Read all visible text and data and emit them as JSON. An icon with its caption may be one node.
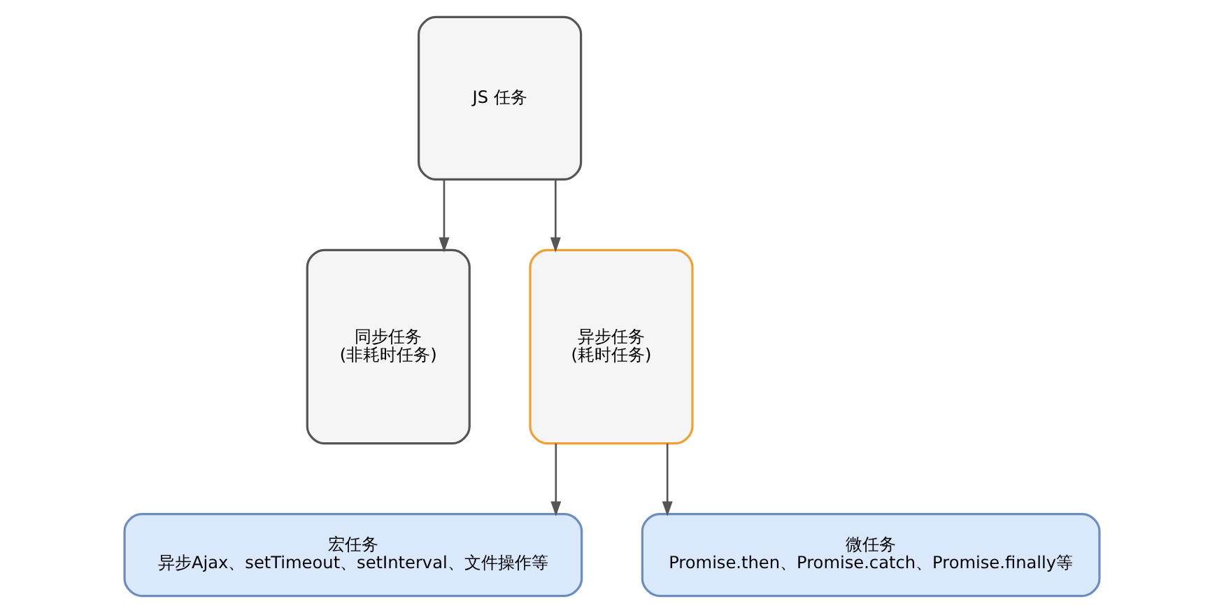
{
  "diagram": {
    "nodes": [
      {
        "text": [
          "JS 任务"
        ]
      },
      {
        "text": [
          "同步任务",
          "(非耗时任务)"
        ]
      },
      {
        "text": [
          "异步任务",
          "(耗时任务)"
        ]
      },
      {
        "text": [
          "宏任务",
          "异步Ajax、setTimeout、setInterval、文件操作等"
        ]
      },
      {
        "text": [
          "微任务",
          "Promise.then、Promise.catch、Promise.finally等"
        ]
      }
    ],
    "edges": [
      {
        "from": 0,
        "to": 1,
        "arrow": "to"
      },
      {
        "from": 0,
        "to": 2,
        "arrow": "to"
      },
      {
        "from": 2,
        "to": 3,
        "arrow": "to"
      },
      {
        "from": 2,
        "to": 4,
        "arrow": "to"
      }
    ]
  }
}
